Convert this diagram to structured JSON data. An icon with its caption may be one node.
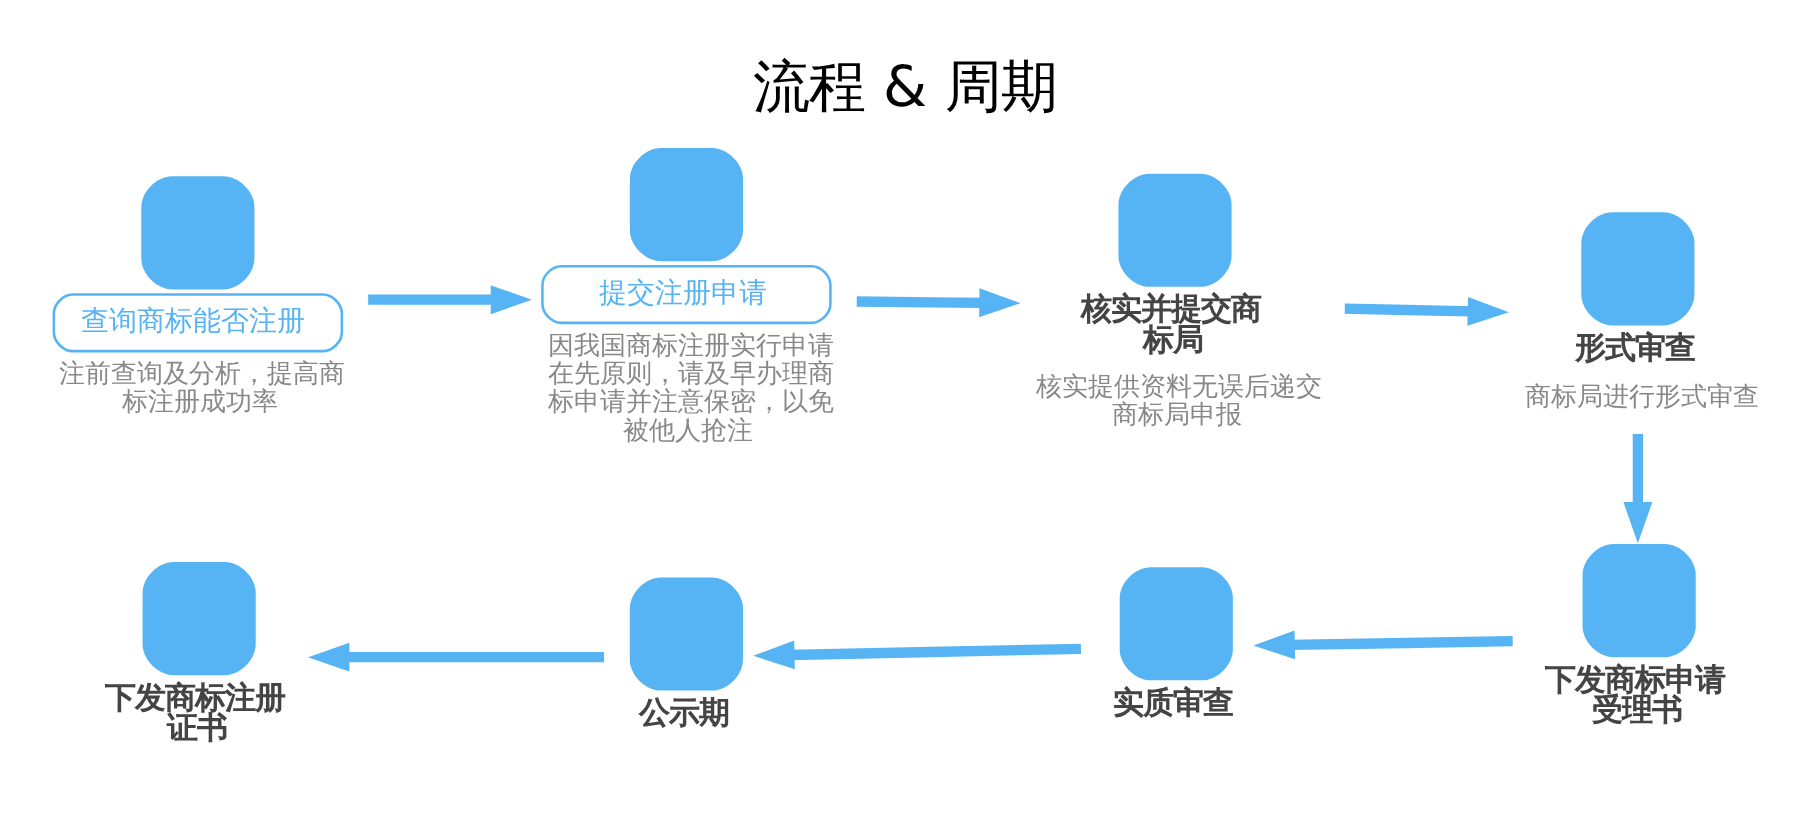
{
  "diagram": {
    "title": "流程 & 周期",
    "nodes": [
      {
        "text": [
          "查询商标能否注册",
          "注前查询及分析，提高商标注册成功率"
        ]
      },
      {
        "text": [
          "提交注册申请",
          "因我国商标注册实行申请在先原则，请及早办理商标申请并注意保密，以免被他人抢注"
        ]
      },
      {
        "text": [
          "核实并提交商标局",
          "核实提供资料无误后递交商标局申报"
        ]
      },
      {
        "text": [
          "形式审查",
          "商标局进行形式审查"
        ]
      },
      {
        "text": [
          "下发商标申请受理书"
        ]
      },
      {
        "text": [
          "实质审查"
        ]
      },
      {
        "text": [
          "公示期"
        ]
      },
      {
        "text": [
          "下发商标注册证书"
        ]
      }
    ],
    "edges": [
      {
        "from": 0,
        "to": 1,
        "arrow": "to"
      },
      {
        "from": 1,
        "to": 2,
        "arrow": "to"
      },
      {
        "from": 2,
        "to": 3,
        "arrow": "to"
      },
      {
        "from": 3,
        "to": 4,
        "arrow": "to"
      },
      {
        "from": 4,
        "to": 5,
        "arrow": "to"
      },
      {
        "from": 5,
        "to": 6,
        "arrow": "to"
      },
      {
        "from": 6,
        "to": 7,
        "arrow": "to"
      }
    ]
  }
}
